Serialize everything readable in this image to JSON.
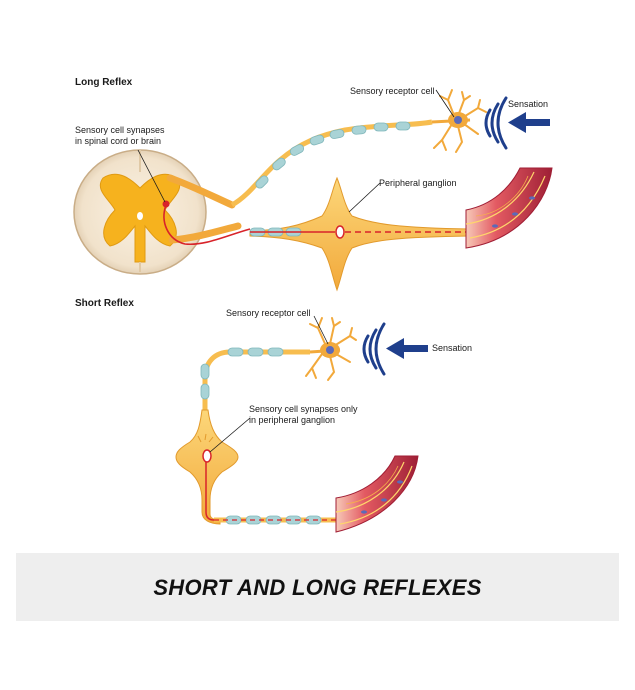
{
  "long_reflex": {
    "section_title": "Long Reflex",
    "receptor_label": "Sensory receptor cell",
    "sensation_label": "Sensation",
    "synapse_label_line1": "Sensory cell synapses",
    "synapse_label_line2": "in spinal cord or brain",
    "ganglion_label": "Peripheral ganglion"
  },
  "short_reflex": {
    "section_title": "Short Reflex",
    "receptor_label": "Sensory receptor cell",
    "sensation_label": "Sensation",
    "synapse_label_line1": "Sensory cell synapses only",
    "synapse_label_line2": "in peripheral ganglion"
  },
  "caption": "SHORT AND LONG REFLEXES",
  "colors": {
    "nerve": "#f2a93b",
    "nerve_light": "#fbd072",
    "myelin": "#a9d3d6",
    "axon_red": "#d8232a",
    "sensation_arrow": "#1f3f8c",
    "tissue": "#c9304a"
  }
}
